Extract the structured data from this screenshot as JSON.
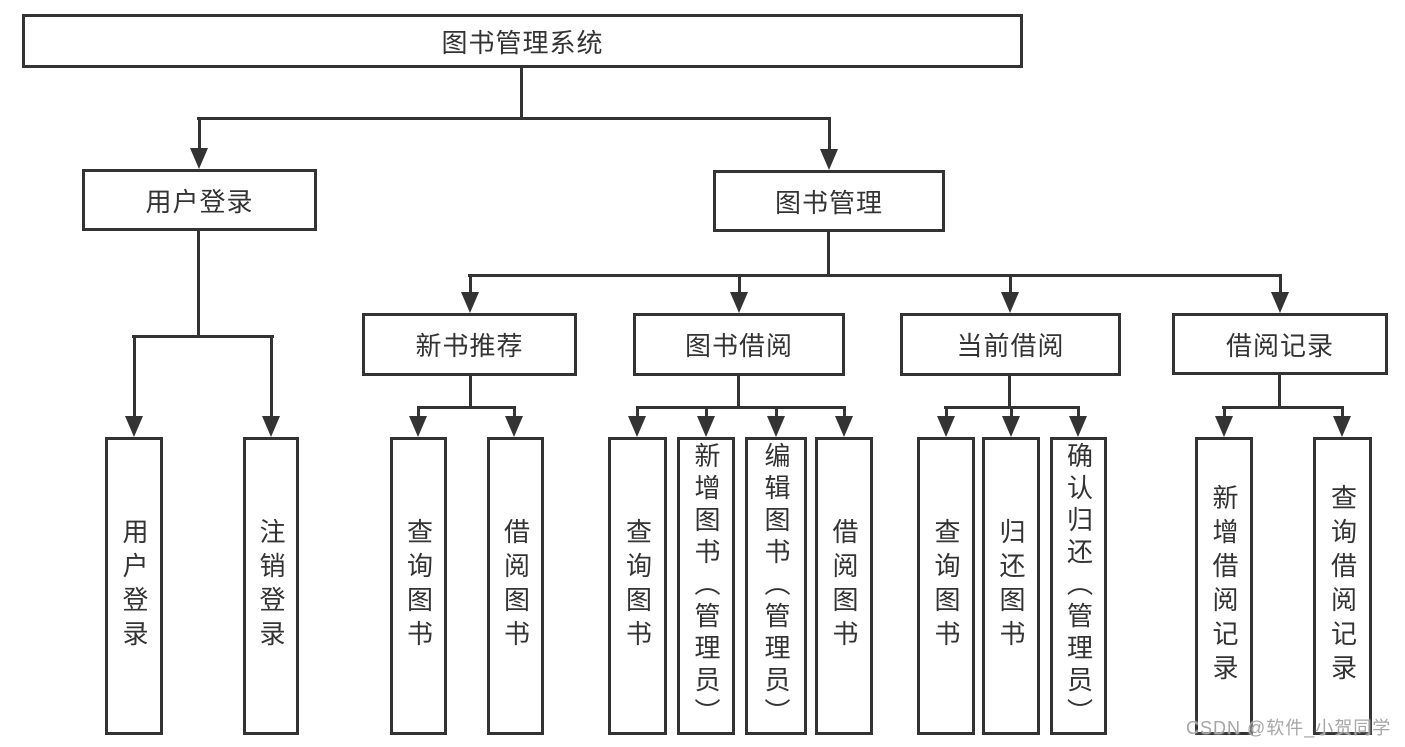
{
  "colors": {
    "line": "#333333",
    "text": "#333333",
    "background": "#ffffff",
    "watermark": "#a6a6a6"
  },
  "watermark": "CSDN @软件_小贺同学",
  "tree": {
    "root": {
      "label": "图书管理系统",
      "children": [
        {
          "label": "用户登录",
          "children": [
            {
              "label": "用户登录"
            },
            {
              "label": "注销登录"
            }
          ]
        },
        {
          "label": "图书管理",
          "children": [
            {
              "label": "新书推荐",
              "children": [
                {
                  "label": "查询图书"
                },
                {
                  "label": "借阅图书"
                }
              ]
            },
            {
              "label": "图书借阅",
              "children": [
                {
                  "label": "查询图书"
                },
                {
                  "label": "新增图书（管理员）"
                },
                {
                  "label": "编辑图书（管理员）"
                },
                {
                  "label": "借阅图书"
                }
              ]
            },
            {
              "label": "当前借阅",
              "children": [
                {
                  "label": "查询图书"
                },
                {
                  "label": "归还图书"
                },
                {
                  "label": "确认归还（管理员）"
                }
              ]
            },
            {
              "label": "借阅记录",
              "children": [
                {
                  "label": "新增借阅记录"
                },
                {
                  "label": "查询借阅记录"
                }
              ]
            }
          ]
        }
      ]
    }
  }
}
